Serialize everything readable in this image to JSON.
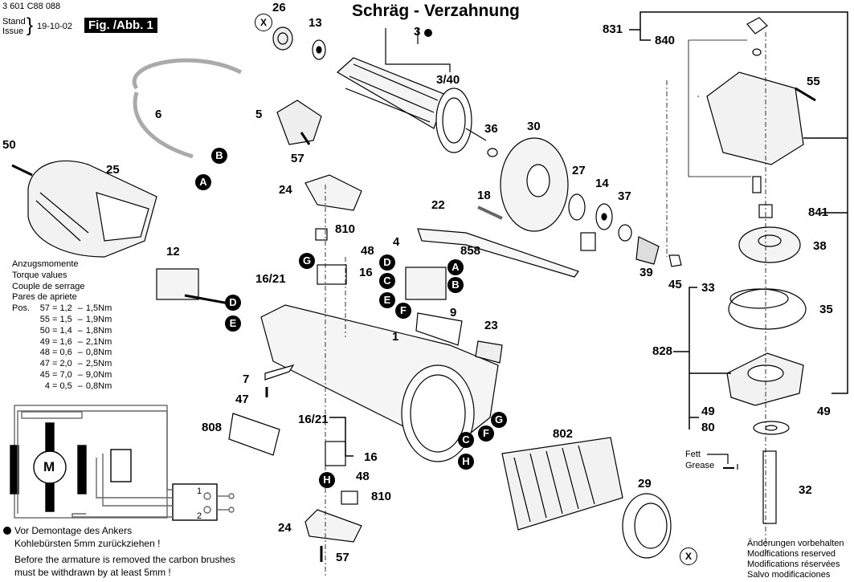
{
  "header": {
    "part_number": "3 601 C88 088",
    "stand_label": "Stand",
    "issue_label": "Issue",
    "date": "19-10-02",
    "figure": "Fig. /Abb. 1",
    "title": "Schräg - Verzahnung"
  },
  "torque_table": {
    "headings": [
      "Anzugsmomente",
      "Torque values",
      "Couple de serrage",
      "Pares de apriete"
    ],
    "pos_label": "Pos.",
    "rows": [
      {
        "pos": "57",
        "min": "1,2",
        "max": "1,5Nm"
      },
      {
        "pos": "55",
        "min": "1,5",
        "max": "1,9Nm"
      },
      {
        "pos": "50",
        "min": "1,4",
        "max": "1,8Nm"
      },
      {
        "pos": "49",
        "min": "1,6",
        "max": "2,1Nm"
      },
      {
        "pos": "48",
        "min": "0,6",
        "max": "0,8Nm"
      },
      {
        "pos": "47",
        "min": "2,0",
        "max": "2,5Nm"
      },
      {
        "pos": "45",
        "min": "7,0",
        "max": "9,0Nm"
      },
      {
        "pos": "4",
        "min": "0,5",
        "max": "0,8Nm"
      }
    ]
  },
  "armature_note": {
    "de_line1": "Vor Demontage des Ankers",
    "de_line2": "Kohlebürsten 5mm zurückziehen !",
    "en_line1": "Before the armature is removed the carbon brushes",
    "en_line2": "must be withdrawn by at least 5mm !"
  },
  "modifications": [
    "Änderungen vorbehalten",
    "Modifications reserved",
    "Modifications réservées",
    "Salvo modificaciones"
  ],
  "grease": {
    "de": "Fett",
    "en": "Grease"
  },
  "wiring": {
    "motor": "M",
    "switch_1": "1",
    "switch_2": "2"
  },
  "parts": {
    "p26": "26",
    "p13": "13",
    "p3": "3",
    "p3_40": "3/40",
    "p5": "5",
    "p6": "6",
    "p50": "50",
    "p25": "25",
    "p57a": "57",
    "p24a": "24",
    "p810a": "810",
    "p48a": "48",
    "p16_21a": "16/21",
    "p16a": "16",
    "p12": "12",
    "p22": "22",
    "p18": "18",
    "p4": "4",
    "p858": "858",
    "p36": "36",
    "p30": "30",
    "p27": "27",
    "p14": "14",
    "p37": "37",
    "p39": "39",
    "p45": "45",
    "p9": "9",
    "p23": "23",
    "p1": "1",
    "p7": "7",
    "p47": "47",
    "p808": "808",
    "p16_21b": "16/21",
    "p16b": "16",
    "p48b": "48",
    "p810b": "810",
    "p24b": "24",
    "p57b": "57",
    "p802": "802",
    "p29": "29",
    "p831": "831",
    "p840": "840",
    "p55": "55",
    "p841": "841",
    "p38": "38",
    "p33": "33",
    "p35": "35",
    "p828": "828",
    "p49a": "49",
    "p49b": "49",
    "p80": "80",
    "p32": "32"
  },
  "connectors": {
    "a1": "A",
    "b1": "B",
    "d1": "D",
    "e1": "E",
    "g1": "G",
    "d2": "D",
    "c2": "C",
    "e2": "E",
    "f2": "F",
    "a2": "A",
    "b2": "B",
    "g3": "G",
    "f3": "F",
    "c3": "C",
    "h3": "H",
    "h4": "H"
  },
  "markers": {
    "x1": "X",
    "x2": "X"
  }
}
